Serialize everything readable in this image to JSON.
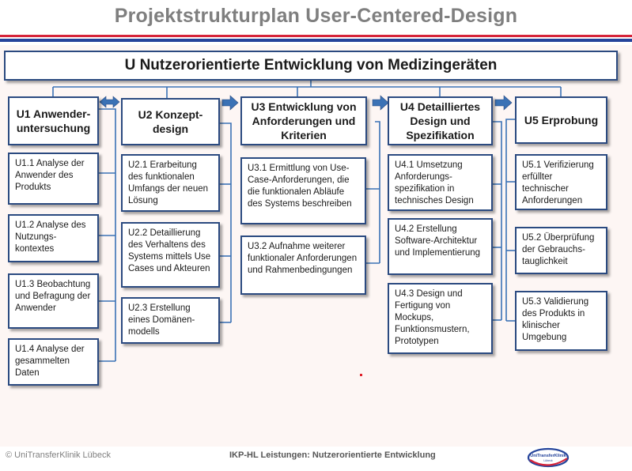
{
  "page": {
    "title": "Projektstrukturplan User-Centered-Design",
    "footer_left": "© UniTransferKlinik Lübeck",
    "footer_center": "IKP-HL Leistungen: Nutzerorientierte Entwicklung",
    "logo_text": "UniTransferKlinik Lübeck"
  },
  "colors": {
    "box_border": "#2b4a80",
    "connector": "#3b72b5",
    "arrow": "#3b72b5",
    "title": "#7f7f7f",
    "stripe_red": "#d6243a",
    "stripe_blue": "#25449b"
  },
  "root": {
    "label": "U Nutzerorientierte Entwicklung von Medizingeräten"
  },
  "packages": [
    {
      "label": "U1 Anwender-untersuchung",
      "items": [
        "U1.1 Analyse der Anwender des Produkts",
        "U1.2 Analyse des Nutzungs-kontextes",
        "U1.3 Beobachtung und Befragung der Anwender",
        "U1.4 Analyse der gesammelten Daten"
      ]
    },
    {
      "label": "U2 Konzept-design",
      "items": [
        "U2.1 Erarbeitung des funktionalen Umfangs der neuen Lösung",
        "U2.2 Detaillierung des Verhaltens des Systems mittels Use Cases und Akteuren",
        "U2.3 Erstellung eines Domänen-modells"
      ]
    },
    {
      "label": "U3 Entwicklung von Anforderungen und Kriterien",
      "items": [
        "U3.1 Ermittlung von Use-Case-Anforderungen, die die funktionalen Abläufe des Systems beschreiben",
        "U3.2 Aufnahme weiterer funktionaler Anforderungen und Rahmenbedingungen"
      ]
    },
    {
      "label": "U4 Detailliertes Design und Spezifikation",
      "items": [
        "U4.1 Umsetzung Anforderungs-spezifikation in technisches Design",
        "U4.2 Erstellung Software-Architektur und Implementierung",
        "U4.3 Design und Fertigung von Mockups, Funktionsmustern, Prototypen"
      ]
    },
    {
      "label": "U5 Erprobung",
      "items": [
        "U5.1 Verifizierung erfüllter technischer Anforderungen",
        "U5.2 Überprüfung der Gebrauchs-tauglichkeit",
        "U5.3 Validierung des Produkts in klinischer Umgebung"
      ]
    }
  ]
}
